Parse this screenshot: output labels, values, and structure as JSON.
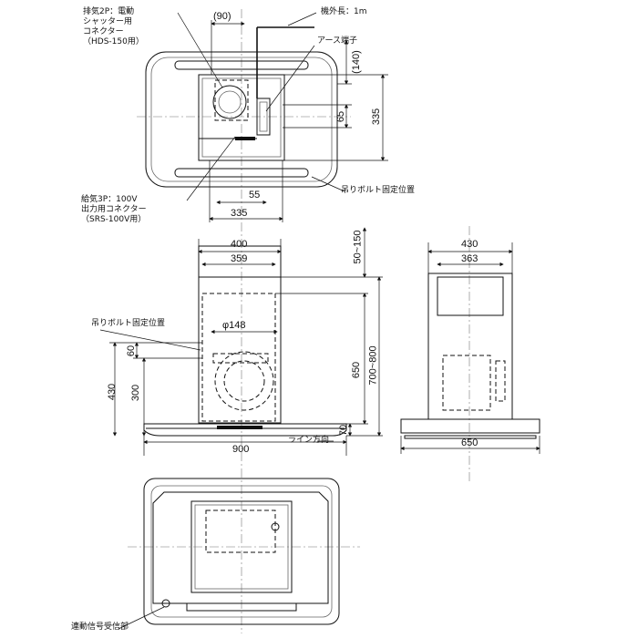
{
  "labels": {
    "exhaust_connector": [
      "排気2P：電動",
      "シャッター用",
      "コネクター",
      "（HDS-150用）"
    ],
    "cord_length": "機外長：1m",
    "earth_terminal": "アース端子",
    "supply_connector": [
      "給気3P：100V",
      "出力用コネクター",
      "（SRS-100V用）"
    ],
    "bolt_position_top": "吊りボルト固定位置",
    "bolt_position_front": "吊りボルト固定位置",
    "line_direction": "ライン方向",
    "signal_receiver": "連動信号受信部"
  },
  "dimensions": {
    "top": {
      "d90": "(90)",
      "d140": "(140)",
      "d65": "65",
      "d335v": "335",
      "d55": "55",
      "d335h": "335"
    },
    "front": {
      "d400": "400",
      "d359": "359",
      "d50_150": "50~150",
      "d700_800": "700~800",
      "d650": "650",
      "d148": "φ148",
      "d60": "60",
      "d300": "300",
      "d430": "430",
      "d70": "70",
      "d900": "900"
    },
    "side": {
      "d430": "430",
      "d363": "363",
      "d650": "650"
    }
  }
}
